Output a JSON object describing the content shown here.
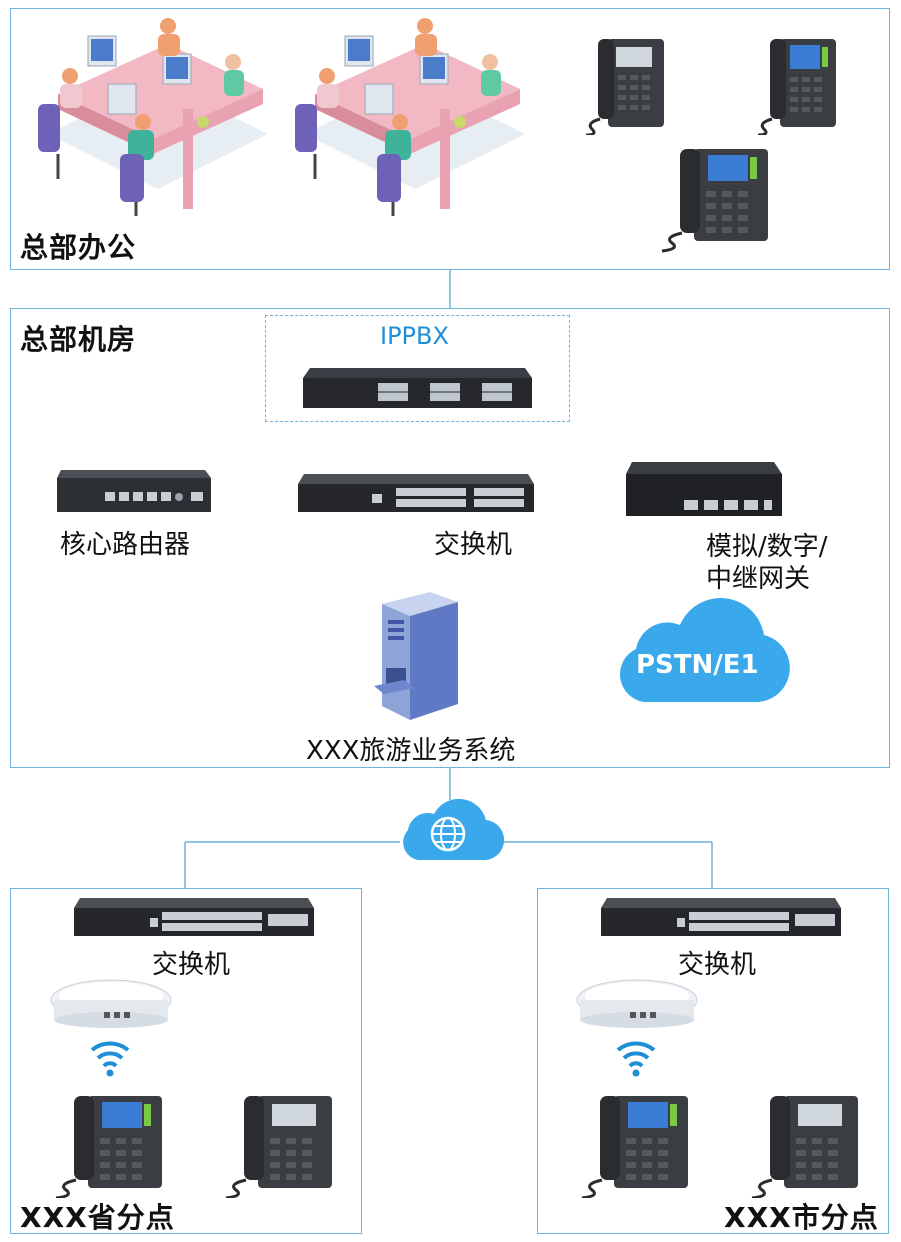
{
  "hq_office": {
    "title": "总部办公"
  },
  "hq_room": {
    "title": "总部机房",
    "ippbx_label": "IPPBX",
    "router_label": "核心路由器",
    "switch_label": "交换机",
    "gateway_label_line1": "模拟/数字/",
    "gateway_label_line2": "中继网关",
    "pstn_label": "PSTN/E1",
    "server_label": "XXX旅游业务系统"
  },
  "branch_left": {
    "title": "XXX省分点",
    "switch_label": "交换机"
  },
  "branch_right": {
    "title": "XXX市分点",
    "switch_label": "交换机"
  },
  "colors": {
    "frame": "#6fb2dd",
    "cloud": "#3aa9ec",
    "accent": "#1e8fd6"
  }
}
